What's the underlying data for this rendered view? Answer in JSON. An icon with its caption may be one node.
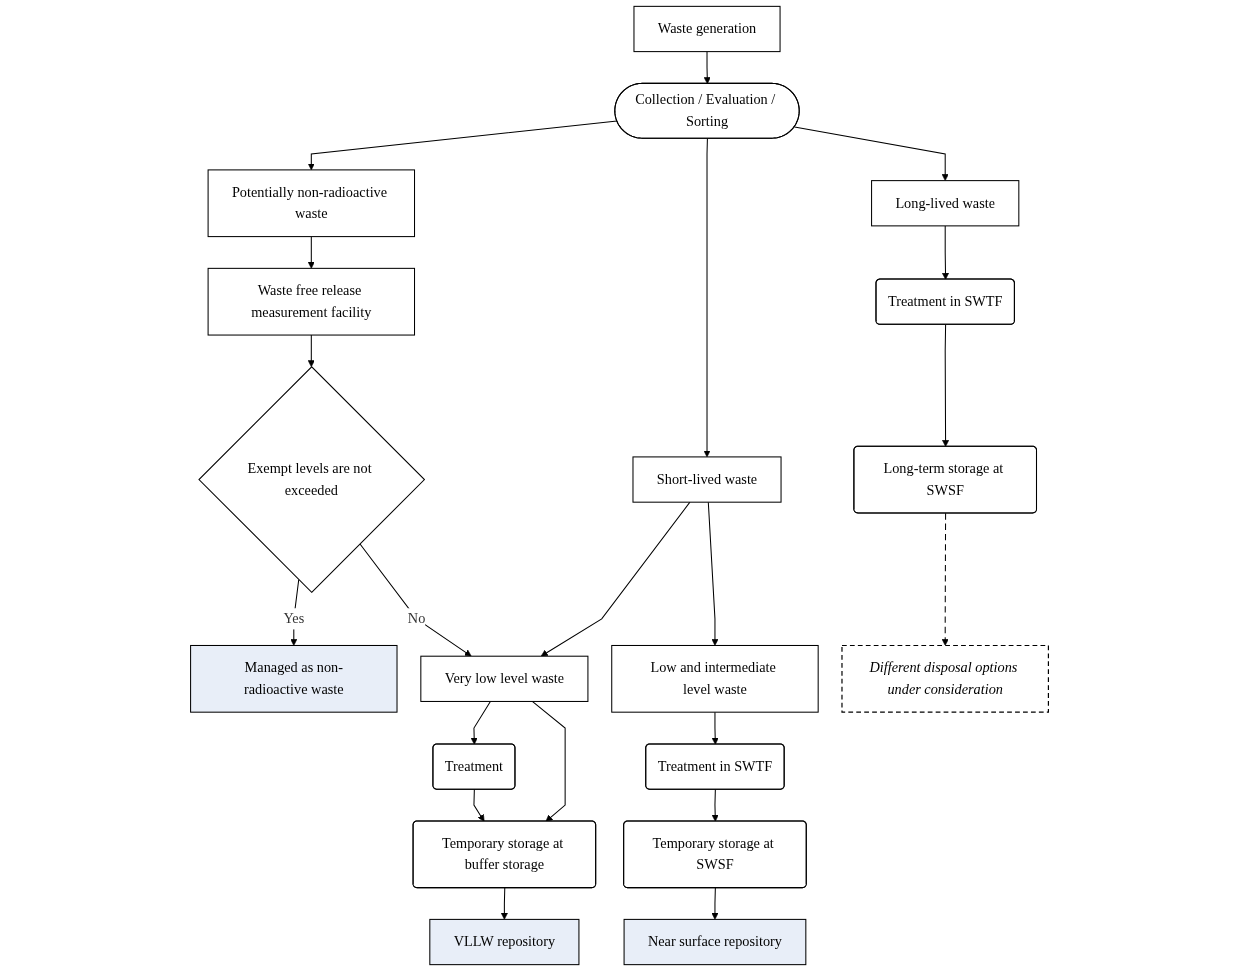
{
  "diagram": {
    "nodes": [
      {
        "text": [
          "Waste generation"
        ]
      },
      {
        "text": [
          "Collection / Evaluation / Sorting"
        ]
      },
      {
        "text": [
          "Potentially non-radioactive waste"
        ]
      },
      {
        "text": [
          "Short-lived waste"
        ]
      },
      {
        "text": [
          "Long-lived waste"
        ]
      },
      {
        "text": [
          "Waste free release measurement facility"
        ]
      },
      {
        "text": [
          "Very low level waste"
        ]
      },
      {
        "text": [
          "Low and intermediate level waste"
        ]
      },
      {
        "text": [
          "Treatment in SWTF"
        ]
      },
      {
        "text": [
          "Exempt levels are not exceeded"
        ]
      },
      {
        "text": [
          "Treatment"
        ]
      },
      {
        "text": [
          "Treatment in SWTF"
        ]
      },
      {
        "text": [
          "Temporary storage at buffer storage"
        ]
      },
      {
        "text": [
          "Temporary storage at SWSF"
        ]
      },
      {
        "text": [
          "Long-term storage at SWSF"
        ]
      },
      {
        "text": [
          "Managed as non-radioactive waste"
        ]
      },
      {
        "text": [
          "VLLW repository"
        ]
      },
      {
        "text": [
          "Near surface repository"
        ]
      },
      {
        "text": [
          "Different disposal options under consideration"
        ]
      }
    ],
    "edges": [
      {
        "from": 0,
        "to": 1,
        "arrow": "to"
      },
      {
        "from": 1,
        "to": 2,
        "arrow": "to"
      },
      {
        "from": 1,
        "to": 3,
        "arrow": "to"
      },
      {
        "from": 1,
        "to": 4,
        "arrow": "to"
      },
      {
        "from": 2,
        "to": 5,
        "arrow": "to"
      },
      {
        "from": 5,
        "to": 9,
        "arrow": "to"
      },
      {
        "from": 9,
        "to": 15,
        "arrow": "to",
        "label": "Yes"
      },
      {
        "from": 9,
        "to": 6,
        "arrow": "to",
        "label": "No"
      },
      {
        "from": 3,
        "to": 6,
        "arrow": "to"
      },
      {
        "from": 3,
        "to": 7,
        "arrow": "to"
      },
      {
        "from": 6,
        "to": 10,
        "arrow": "to"
      },
      {
        "from": 6,
        "to": 12,
        "arrow": "to"
      },
      {
        "from": 10,
        "to": 12,
        "arrow": "to"
      },
      {
        "from": 7,
        "to": 11,
        "arrow": "to"
      },
      {
        "from": 11,
        "to": 13,
        "arrow": "to"
      },
      {
        "from": 4,
        "to": 8,
        "arrow": "to"
      },
      {
        "from": 8,
        "to": 14,
        "arrow": "to"
      },
      {
        "from": 12,
        "to": 16,
        "arrow": "to"
      },
      {
        "from": 13,
        "to": 17,
        "arrow": "to"
      },
      {
        "from": 14,
        "to": 18,
        "arrow": "to",
        "style": "dashed"
      }
    ]
  }
}
